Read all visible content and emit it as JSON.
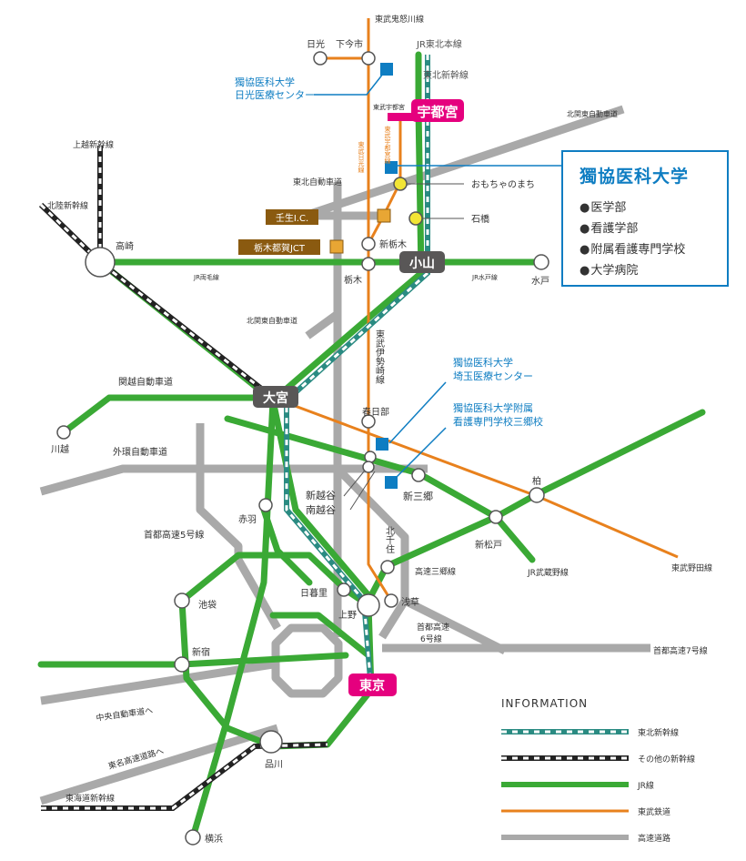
{
  "colors": {
    "jr": "#3aa935",
    "tobu": "#e8811d",
    "highway": "#9e9e9e",
    "tohoku_shinkansen": "#2a8b82",
    "other_shinkansen": "#222222",
    "hospital": "#0e7dc2",
    "ic": "#e8a634",
    "ic_border": "#8a5a10",
    "attraction": "#f2e535",
    "major_station": "#e5007e",
    "hub_station": "#595757"
  },
  "major_stations": {
    "utsunomiya": "宇都宮",
    "tokyo": "東京",
    "oyama": "小山",
    "omiya": "大宮"
  },
  "stations": {
    "nikko": "日光",
    "shimoimaichi": "下今市",
    "tobu_utsunomiya": "東武宇都宮",
    "shintochigi": "新栃木",
    "tochigi": "栃木",
    "takasaki": "高崎",
    "mito": "水戸",
    "kawagoe": "川越",
    "kasukabe": "春日部",
    "shinkoshigaya": "新越谷",
    "minamikoshigaya": "南越谷",
    "shinmisato": "新三郷",
    "kashiwa": "柏",
    "shinmatsudo": "新松戸",
    "kitasenju": "北千住",
    "akabane": "赤羽",
    "ikebukuro": "池袋",
    "shinjuku": "新宿",
    "nippori": "日暮里",
    "ueno": "上野",
    "asakusa": "浅草",
    "shinagawa": "品川",
    "yokohama": "横浜"
  },
  "attractions": {
    "omocha": "おもちゃのまち",
    "ishibashi": "石橋"
  },
  "interchanges": {
    "mibu": "壬生I.C.",
    "tochigitsuga": "栃木都賀JCT"
  },
  "hospitals": {
    "nikko_line1": "獨協医科大学",
    "nikko_line2": "日光医療センター",
    "saitama_line1": "獨協医科大学",
    "saitama_line2": "埼玉医療センター",
    "misato_line1": "獨協医科大学附属",
    "misato_line2": "看護専門学校三郷校"
  },
  "line_labels": {
    "tobu_kinugawa": "東武鬼怒川線",
    "jr_tohoku": "JR東北本線",
    "tohoku_shinkansen": "東北新幹線",
    "kita_kanto_top": "北関東自動車道",
    "joetsu_shinkansen": "上越新幹線",
    "hokuriku_shinkansen": "北陸新幹線",
    "tohoku_expressway": "東北自動車道",
    "tobu_utsunomiya_line": "東武宇都宮線",
    "tobu_nikko_line": "東武日光線",
    "jr_ryomo": "JR両毛線",
    "jr_mito": "JR水戸線",
    "kita_kanto_mid": "北関東自動車道",
    "tobu_isesaki": "東武伊勢崎線",
    "kanetsu": "関越自動車道",
    "gaikan": "外環自動車道",
    "shuto5": "首都高速5号線",
    "misato_line": "高速三郷線",
    "jr_musashino": "JR武蔵野線",
    "tobu_noda": "東武野田線",
    "shuto6_line1": "首都高速",
    "shuto6_line2": "6号線",
    "shuto7": "首都高速7号線",
    "chuo": "中央自動車道へ",
    "tomei": "東名高速道路へ",
    "tokaido_shinkansen": "東海道新幹線"
  },
  "info_box": {
    "title": "獨協医科大学",
    "items": [
      "医学部",
      "看護学部",
      "附属看護専門学校",
      "大学病院"
    ]
  },
  "legend": {
    "title": "INFORMATION",
    "items": [
      {
        "label": "東北新幹線",
        "kind": "tohoku_shinkansen"
      },
      {
        "label": "その他の新幹線",
        "kind": "other_shinkansen"
      },
      {
        "label": "JR線",
        "kind": "jr"
      },
      {
        "label": "東武鉄道",
        "kind": "tobu"
      },
      {
        "label": "高速道路",
        "kind": "highway"
      }
    ]
  }
}
